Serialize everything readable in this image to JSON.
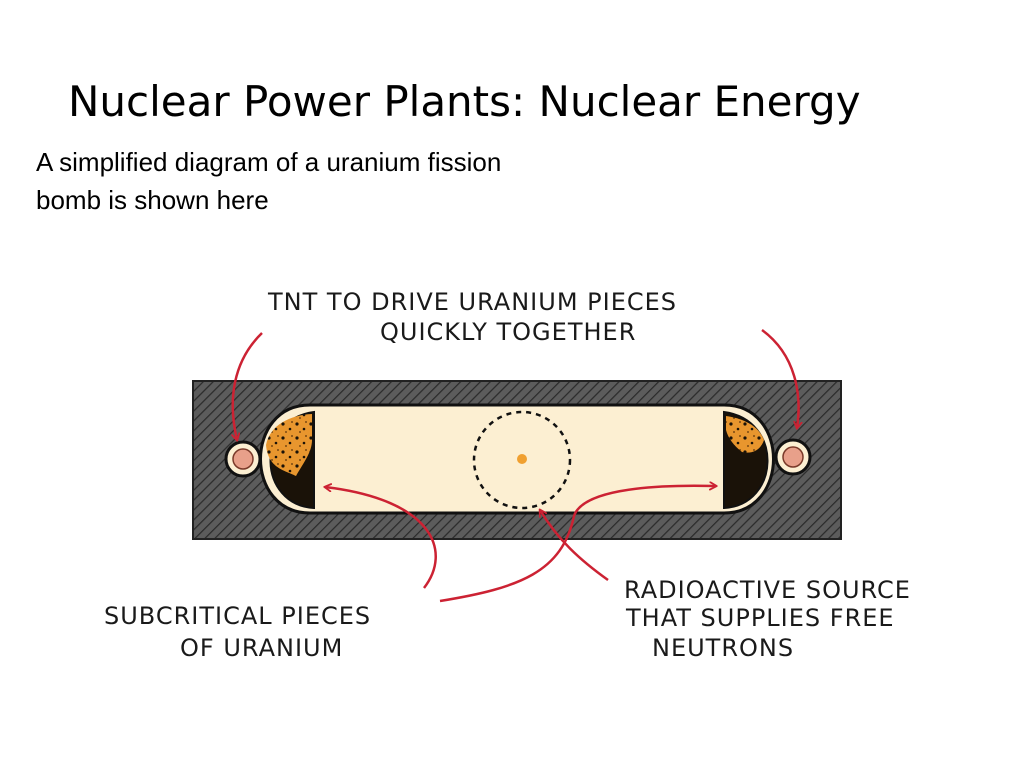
{
  "slide": {
    "title": "Nuclear Power Plants: Nuclear Energy",
    "subtitle_line1": "A simplified diagram of a uranium fission",
    "subtitle_line2": "bomb is shown here"
  },
  "diagram": {
    "labels": {
      "tnt_line1": "TNT TO DRIVE URANIUM PIECES",
      "tnt_line2": "QUICKLY TOGETHER",
      "subcritical_line1": "SUBCRITICAL PIECES",
      "subcritical_line2": "OF URANIUM",
      "source_line1": "RADIOACTIVE SOURCE",
      "source_line2": "THAT SUPPLIES FREE",
      "source_line3": "NEUTRONS"
    },
    "colors": {
      "casing": "#5a5a5a",
      "tube": "#fcefd2",
      "uranium_dark": "#1a1208",
      "uranium_orange": "#e8962e",
      "tnt_pink": "#e8a08a",
      "arrow": "#cc2233",
      "outline": "#111111"
    }
  }
}
